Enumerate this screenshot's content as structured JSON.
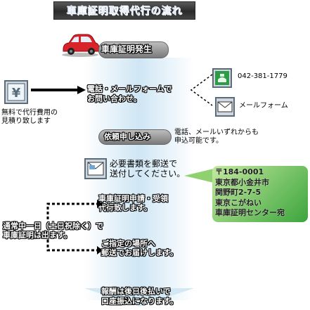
{
  "title": "車庫証明取得代行の流れ",
  "start": {
    "label": "車庫証明発生"
  },
  "estimate": {
    "line1": "無料で代行費用の",
    "line2": "見積り致します"
  },
  "contact": {
    "line1": "電話・メールフォームで",
    "line2": "お問い合わせ。",
    "phone": "042-381-1779",
    "mail_form": "メールフォーム"
  },
  "order": {
    "label": "依頼申し込み",
    "note1": "電話、メールいずれからも",
    "note2": "申込可能です。"
  },
  "documents": {
    "line1": "必要書類を郵送で",
    "line2": "送付してください。"
  },
  "address": {
    "line1": "〒184-0001",
    "line2": "東京都小金井市",
    "line3": "関野町2-7-5",
    "line4": "東京こがねい",
    "line5": "車庫証明センター宛"
  },
  "application": {
    "line1": "車庫証明申請・受領",
    "line2": "代行致します。"
  },
  "turnaround": {
    "line1": "通常中一日（土日祝除く）で",
    "line2": "車庫証明は出ます。"
  },
  "delivery": {
    "line1": "ご指定の場所へ",
    "line2": "郵送でお届けします。"
  },
  "payment": {
    "line1": "報酬は後日後払いで",
    "line2": "口座振込になります。"
  },
  "colors": {
    "title": "#2c78d8",
    "car": "#d8232a",
    "flow": "#cfe6f4",
    "address_card": "#4caf50"
  },
  "icons": [
    "yen-icon",
    "phone-icon",
    "mail-icon",
    "document-icon",
    "car-icon"
  ]
}
